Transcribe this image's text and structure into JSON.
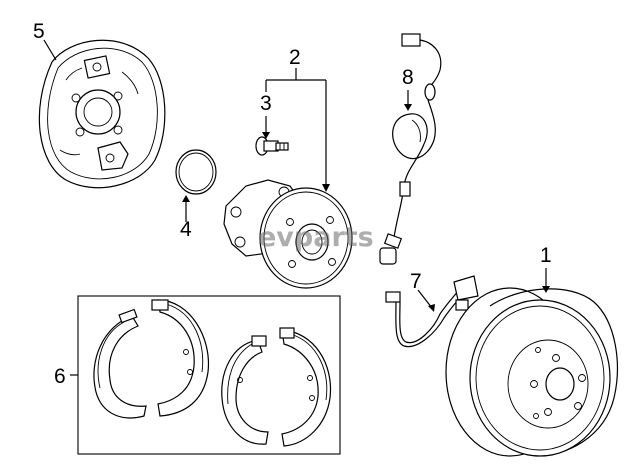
{
  "callouts": {
    "c1": "1",
    "c2": "2",
    "c3": "3",
    "c4": "4",
    "c5": "5",
    "c6": "6",
    "c7": "7",
    "c8": "8"
  },
  "watermark": {
    "text": "evparts"
  },
  "colors": {
    "line": "#000000",
    "background": "#ffffff",
    "watermark": "#6b6b6b"
  }
}
